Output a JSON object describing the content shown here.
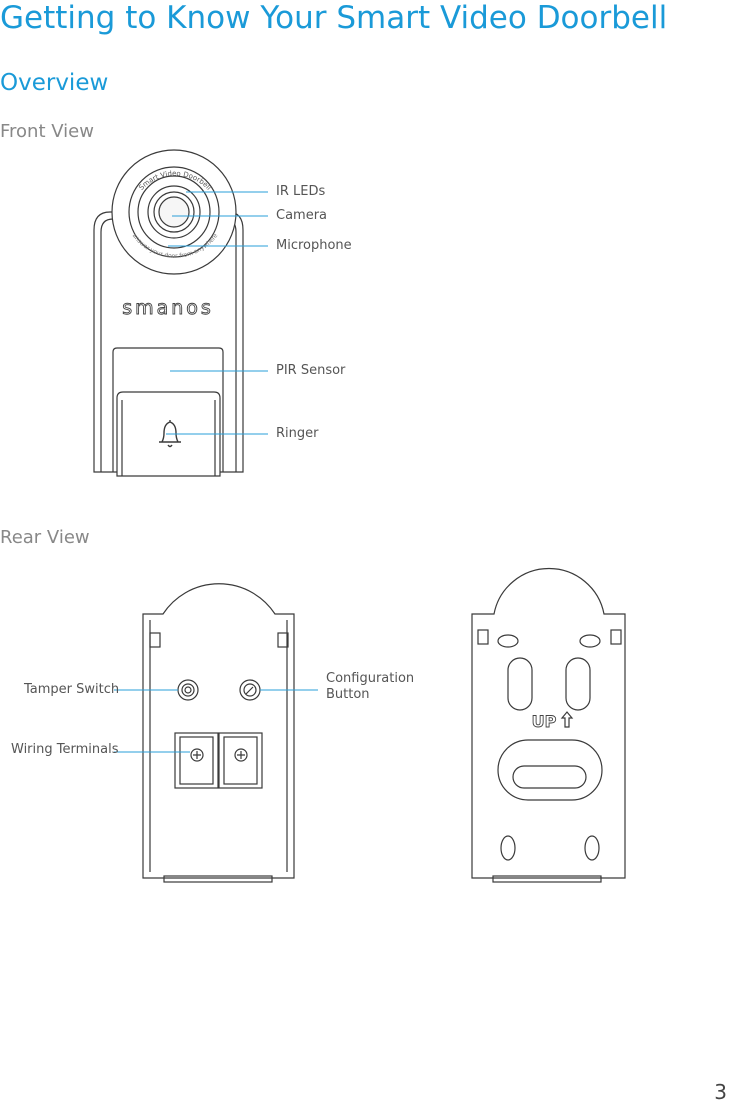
{
  "page": {
    "title": "Getting to Know Your Smart Video Doorbell",
    "section": "Overview",
    "page_number": "3"
  },
  "front_view": {
    "heading": "Front View",
    "brand": "smanos",
    "ring_text_top": "Smart Video Doorbell",
    "ring_text_bottom": "answer your door from anywhere",
    "labels": {
      "ir_leds": "IR LEDs",
      "camera": "Camera",
      "microphone": "Microphone",
      "pir_sensor": "PIR Sensor",
      "ringer": "Ringer"
    }
  },
  "rear_view": {
    "heading": "Rear View",
    "up_text": "UP",
    "labels": {
      "tamper_switch": "Tamper Switch",
      "wiring_terminals": "Wiring Terminals",
      "configuration_button_line1": "Configuration",
      "configuration_button_line2": "Button"
    }
  },
  "colors": {
    "accent": "#1a9ad8",
    "line": "#3a3a3a",
    "callout": "#2a9fd8"
  }
}
